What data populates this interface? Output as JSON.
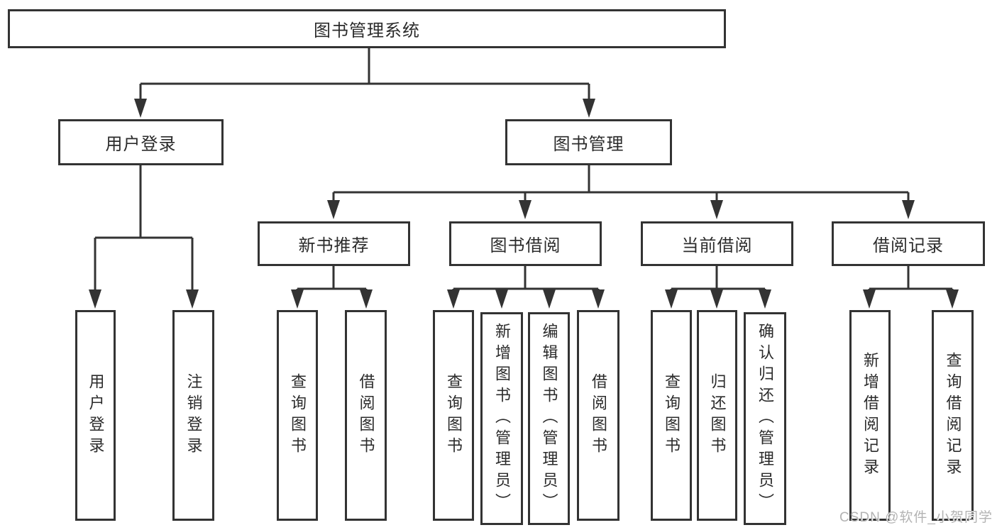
{
  "tree": {
    "label": "图书管理系统",
    "children": [
      {
        "label": "用户登录",
        "children": [
          {
            "label": "用户登录"
          },
          {
            "label": "注销登录"
          }
        ]
      },
      {
        "label": "图书管理",
        "children": [
          {
            "label": "新书推荐",
            "children": [
              {
                "label": "查询图书"
              },
              {
                "label": "借阅图书"
              }
            ]
          },
          {
            "label": "图书借阅",
            "children": [
              {
                "label": "查询图书"
              },
              {
                "label": "新增图书（管理员）"
              },
              {
                "label": "编辑图书（管理员）"
              },
              {
                "label": "借阅图书"
              }
            ]
          },
          {
            "label": "当前借阅",
            "children": [
              {
                "label": "查询图书"
              },
              {
                "label": "归还图书"
              },
              {
                "label": "确认归还（管理员）"
              }
            ]
          },
          {
            "label": "借阅记录",
            "children": [
              {
                "label": "新增借阅记录"
              },
              {
                "label": "查询借阅记录"
              }
            ]
          }
        ]
      }
    ]
  },
  "watermark": {
    "text": "CSDN @软件_小贺同学"
  },
  "colors": {
    "line": "#333333",
    "node_border": "#333333",
    "node_bg": "#ffffff",
    "text": "#2b2b2b",
    "watermark": "#b3b3b3",
    "background": "#ffffff"
  }
}
